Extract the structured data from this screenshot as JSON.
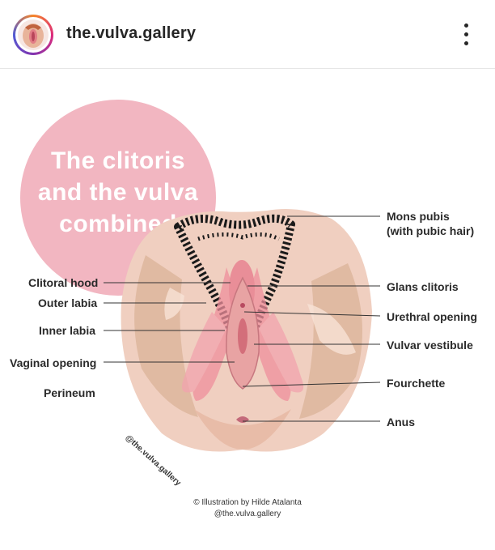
{
  "header": {
    "username": "the.vulva.gallery"
  },
  "post": {
    "title": "The clitoris and the vulva combined",
    "labels_left": {
      "clitoral_hood": "Clitoral hood",
      "outer_labia": "Outer labia",
      "inner_labia": "Inner labia",
      "vaginal_opening": "Vaginal opening",
      "perineum": "Perineum"
    },
    "labels_right": {
      "mons_pubis": "Mons pubis",
      "mons_pubis_note": "(with pubic hair)",
      "glans_clitoris": "Glans clitoris",
      "urethral_opening": "Urethral opening",
      "vulvar_vestibule": "Vulvar vestibule",
      "fourchette": "Fourchette",
      "anus": "Anus"
    },
    "watermark": "@the.vulva.gallery",
    "credit_line1": "© Illustration by Hilde Atalanta",
    "credit_line2": "@the.vulva.gallery"
  },
  "colors": {
    "title_circle": "#f2b6c1",
    "skin_light": "#f0cfc0",
    "skin_dark": "#d9b196",
    "clitoris_pink": "#ef8f9c",
    "hair": "#1a1a1a"
  },
  "icons": {
    "more": "more-options-icon",
    "avatar": "vulva-avatar-icon"
  }
}
